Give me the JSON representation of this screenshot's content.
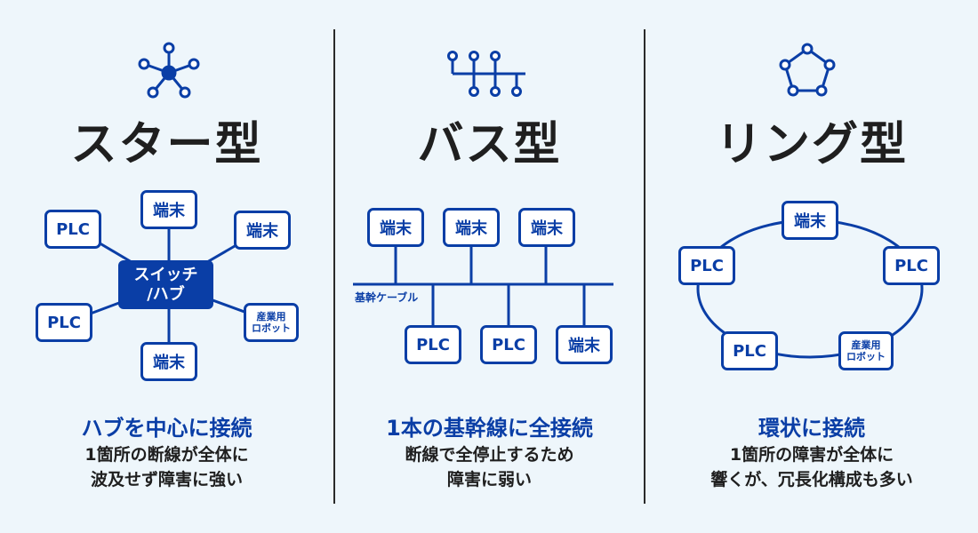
{
  "colors": {
    "accent": "#0a3ea6",
    "background": "#eef6fb",
    "text": "#1f1f1f"
  },
  "star": {
    "title": "スター型",
    "icon": "star-topology-icon",
    "hub_line1": "スイッチ",
    "hub_line2": "/ハブ",
    "node_top": "端末",
    "node_top_right": "端末",
    "node_top_left": "PLC",
    "node_bottom_left": "PLC",
    "node_bottom": "端末",
    "node_robot_line1": "産業用",
    "node_robot_line2": "ロボット",
    "caption_head": "ハブを中心に接続",
    "caption_line1": "1箇所の断線が全体に",
    "caption_line2": "波及せず障害に強い"
  },
  "bus": {
    "title": "バス型",
    "icon": "bus-topology-icon",
    "cable_label": "基幹ケーブル",
    "top_nodes": [
      "端末",
      "端末",
      "端末"
    ],
    "bottom_nodes": [
      "PLC",
      "PLC",
      "端末"
    ],
    "caption_head": "1本の基幹線に全接続",
    "caption_line1": "断線で全停止するため",
    "caption_line2": "障害に弱い"
  },
  "ring": {
    "title": "リング型",
    "icon": "ring-topology-icon",
    "node_top": "端末",
    "node_left": "PLC",
    "node_right": "PLC",
    "node_bottom_left": "PLC",
    "node_robot_line1": "産業用",
    "node_robot_line2": "ロボット",
    "caption_head": "環状に接続",
    "caption_line1": "1箇所の障害が全体に",
    "caption_line2": "響くが、冗長化構成も多い"
  }
}
